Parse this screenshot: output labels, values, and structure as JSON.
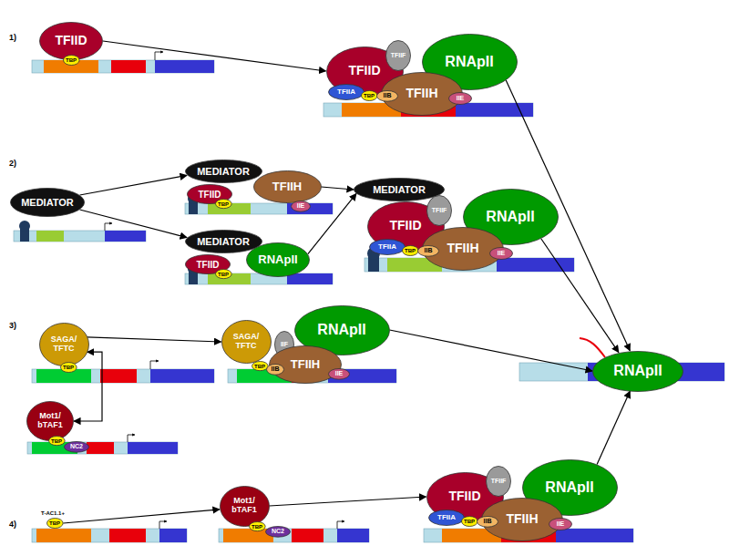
{
  "diagram": {
    "nodes": [
      {
        "text": [
          "TFIID"
        ]
      },
      {
        "text": [
          "TBP"
        ]
      },
      {
        "text": [
          "TFIID"
        ]
      },
      {
        "text": [
          "TFIIF"
        ]
      },
      {
        "text": [
          "RNApII"
        ]
      },
      {
        "text": [
          "TFIIH"
        ]
      },
      {
        "text": [
          "TFIIA"
        ]
      },
      {
        "text": [
          "TBP"
        ]
      },
      {
        "text": [
          "IIB"
        ]
      },
      {
        "text": [
          "IIE"
        ]
      },
      {
        "text": [
          "MEDIATOR"
        ]
      },
      {
        "text": [
          "MEDIATOR"
        ]
      },
      {
        "text": [
          "TFIID"
        ]
      },
      {
        "text": [
          "TFIIH"
        ]
      },
      {
        "text": [
          "TBP"
        ]
      },
      {
        "text": [
          "IIE"
        ]
      },
      {
        "text": [
          "MEDIATOR"
        ]
      },
      {
        "text": [
          "TFIID"
        ]
      },
      {
        "text": [
          "RNApII"
        ]
      },
      {
        "text": [
          "TBP"
        ]
      },
      {
        "text": [
          "MEDIATOR"
        ]
      },
      {
        "text": [
          "TFIID"
        ]
      },
      {
        "text": [
          "TFIIF"
        ]
      },
      {
        "text": [
          "RNApII"
        ]
      },
      {
        "text": [
          "TFIIH"
        ]
      },
      {
        "text": [
          "TFIIA"
        ]
      },
      {
        "text": [
          "TBP"
        ]
      },
      {
        "text": [
          "IIB"
        ]
      },
      {
        "text": [
          "IIE"
        ]
      },
      {
        "text": [
          "SAGA/ TFTC"
        ]
      },
      {
        "text": [
          "TBP"
        ]
      },
      {
        "text": [
          "SAGA/ TFTC"
        ]
      },
      {
        "text": [
          "IIF"
        ]
      },
      {
        "text": [
          "RNApII"
        ]
      },
      {
        "text": [
          "TFIIH"
        ]
      },
      {
        "text": [
          "TBP"
        ]
      },
      {
        "text": [
          "IIB"
        ]
      },
      {
        "text": [
          "IIE"
        ]
      },
      {
        "text": [
          "Mot1/ bTAF1"
        ]
      },
      {
        "text": [
          "TBP"
        ]
      },
      {
        "text": [
          "NC2"
        ]
      },
      {
        "text": [
          "TBP"
        ]
      },
      {
        "text": [
          "Mot1/ bTAF1"
        ]
      },
      {
        "text": [
          "TBP"
        ]
      },
      {
        "text": [
          "NC2"
        ]
      },
      {
        "text": [
          "TFIID"
        ]
      },
      {
        "text": [
          "TFIIF"
        ]
      },
      {
        "text": [
          "RNApII"
        ]
      },
      {
        "text": [
          "TFIIH"
        ]
      },
      {
        "text": [
          "TFIIA"
        ]
      },
      {
        "text": [
          "TBP"
        ]
      },
      {
        "text": [
          "IIB"
        ]
      },
      {
        "text": [
          "IIE"
        ]
      },
      {
        "text": [
          "RNApII"
        ]
      }
    ],
    "edges": [
      {
        "from": 0,
        "to": 2,
        "arrow": "to"
      },
      {
        "from": 4,
        "to": 53,
        "arrow": "to"
      },
      {
        "from": 10,
        "to": 11,
        "arrow": "to"
      },
      {
        "from": 10,
        "to": 16,
        "arrow": "to"
      },
      {
        "from": 13,
        "to": 20,
        "arrow": "to"
      },
      {
        "from": 18,
        "to": 20,
        "arrow": "to"
      },
      {
        "from": 23,
        "to": 53,
        "arrow": "to"
      },
      {
        "from": 29,
        "to": 31,
        "arrow": "to"
      },
      {
        "from": 29,
        "to": 38,
        "arrow": "both"
      },
      {
        "from": 33,
        "to": 53,
        "arrow": "to"
      },
      {
        "from": 41,
        "to": 42,
        "arrow": "to"
      },
      {
        "from": 42,
        "to": 45,
        "arrow": "to"
      },
      {
        "from": 47,
        "to": 53,
        "arrow": "to"
      }
    ],
    "labels": [
      "1)",
      "2)",
      "3)",
      "4)",
      "T-AC1.1+"
    ]
  }
}
